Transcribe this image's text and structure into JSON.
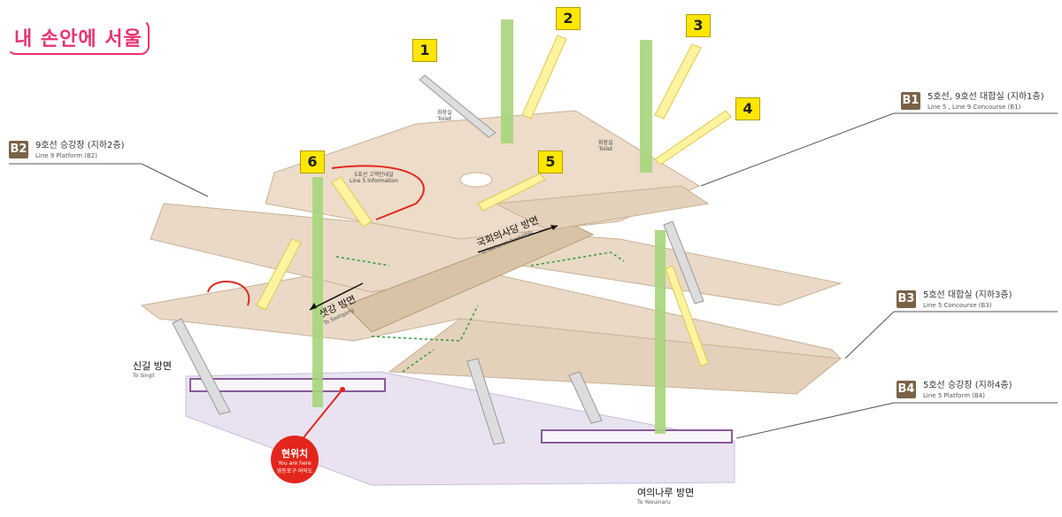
{
  "brand": {
    "title": "내 손안에 서울"
  },
  "levels": {
    "b1": {
      "badge": "B1",
      "ko": "5호선, 9호선 대합실 (지하1층)",
      "en": "Line 5 , Line 9 Concourse (B1)"
    },
    "b2": {
      "badge": "B2",
      "ko": "9호선 승강장 (지하2층)",
      "en": "Line 9 Platform (B2)"
    },
    "b3": {
      "badge": "B3",
      "ko": "5호선 대합실 (지하3층)",
      "en": "Line 5 Concourse (B3)"
    },
    "b4": {
      "badge": "B4",
      "ko": "5호선 승강장 (지하4층)",
      "en": "Line 5 Platform (B4)"
    }
  },
  "exits": [
    "1",
    "2",
    "3",
    "4",
    "5",
    "6"
  ],
  "directions": {
    "national_assembly": {
      "ko": "국회의사당 방면",
      "en": "To National Assembly"
    },
    "saetgang": {
      "ko": "샛강 방면",
      "en": "To Saetgang"
    },
    "singil": {
      "ko": "신길 방면",
      "en": "To Singil"
    },
    "yeouinaru": {
      "ko": "여의나루 방면",
      "en": "To Yeouinaru"
    }
  },
  "you_are_here": {
    "ko": "현위치",
    "en": "You are here",
    "sub": "영등포구·여의도"
  },
  "facilities": {
    "toilet_ko": "화장실",
    "toilet_en": "Toilet",
    "info_ko": "5호선 고객안내실",
    "info_en": "Line 5 Information"
  },
  "colors": {
    "floor": "#e9d9c6",
    "floor_edge": "#c9b194",
    "elevator": "#a6d57a",
    "escalator": "#fff3a0",
    "platform": "#e9e3f1",
    "train": "#8a5a9b",
    "accent_red": "#e3261b",
    "badge_brown": "#7a6246",
    "exit_yellow": "#ffe600",
    "route_green": "#2e9b3a"
  }
}
